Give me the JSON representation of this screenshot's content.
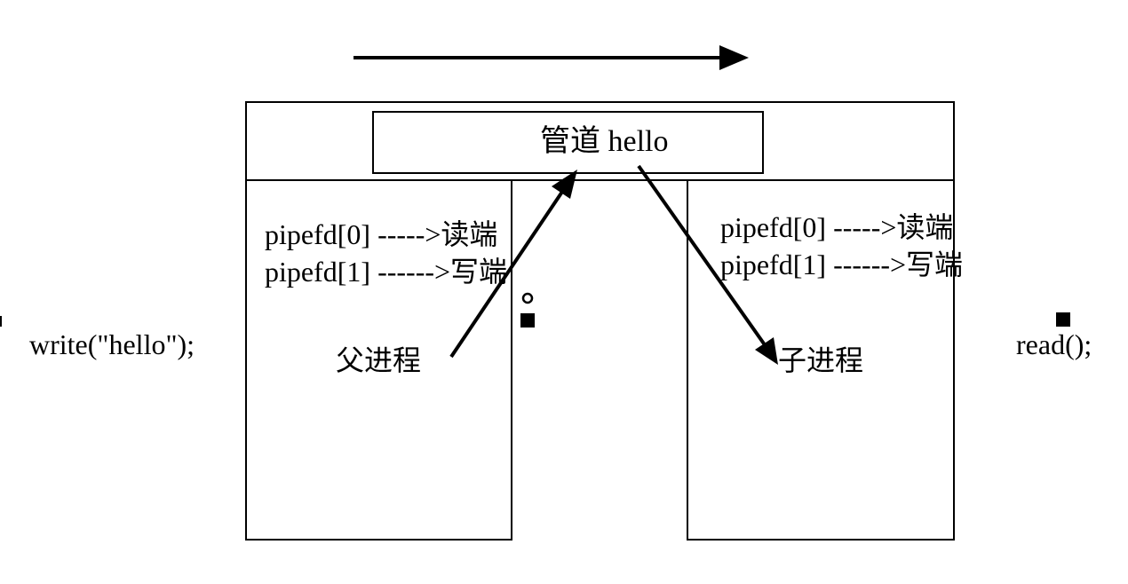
{
  "pipe": {
    "label": "管道 hello"
  },
  "parent": {
    "label": "父进程",
    "fd_read": "pipefd[0] ----->读端",
    "fd_write": "pipefd[1] ------>写端",
    "call": "write(\"hello\");"
  },
  "child": {
    "label": "子进程",
    "fd_read": "pipefd[0] ----->读端",
    "fd_write": "pipefd[1] ------>写端",
    "call": "read();"
  }
}
